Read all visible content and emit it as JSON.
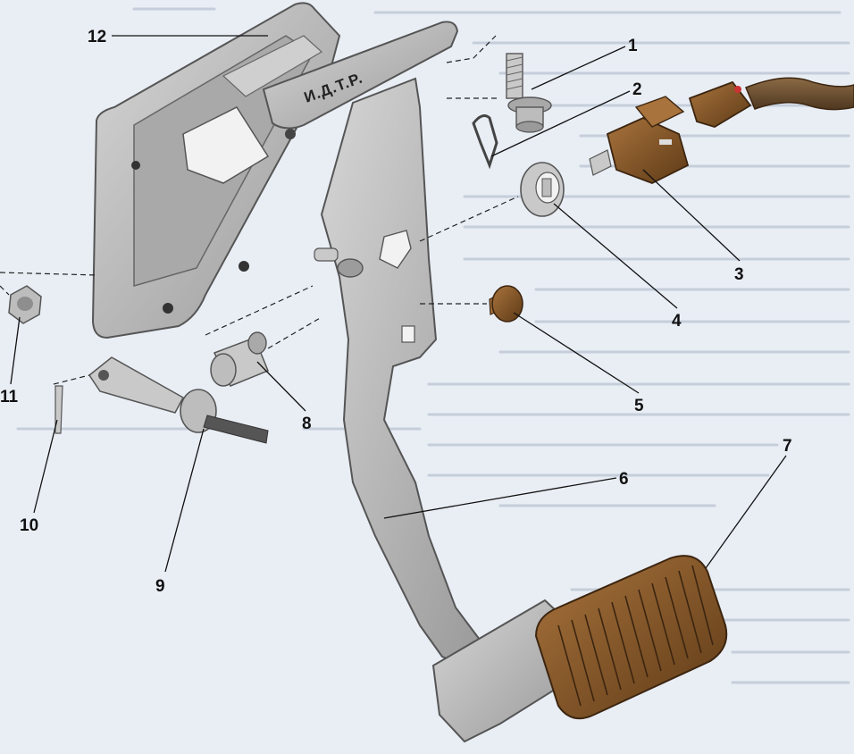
{
  "diagram": {
    "stamp_text": "И.Д.Т.Р.",
    "callouts": [
      {
        "id": "c1",
        "label": "1"
      },
      {
        "id": "c2",
        "label": "2"
      },
      {
        "id": "c3",
        "label": "3"
      },
      {
        "id": "c4",
        "label": "4"
      },
      {
        "id": "c5",
        "label": "5"
      },
      {
        "id": "c6",
        "label": "6"
      },
      {
        "id": "c7",
        "label": "7"
      },
      {
        "id": "c8",
        "label": "8"
      },
      {
        "id": "c9",
        "label": "9"
      },
      {
        "id": "c10",
        "label": "10"
      },
      {
        "id": "c11",
        "label": "11"
      },
      {
        "id": "c12",
        "label": "12"
      }
    ]
  },
  "colors": {
    "background": "#e9eef5",
    "metal": "#bdbdbd",
    "metal_dark": "#8e8e8e",
    "rubber": "#8a5a2b",
    "rubber_dark": "#5e3a17",
    "line": "#111111"
  }
}
